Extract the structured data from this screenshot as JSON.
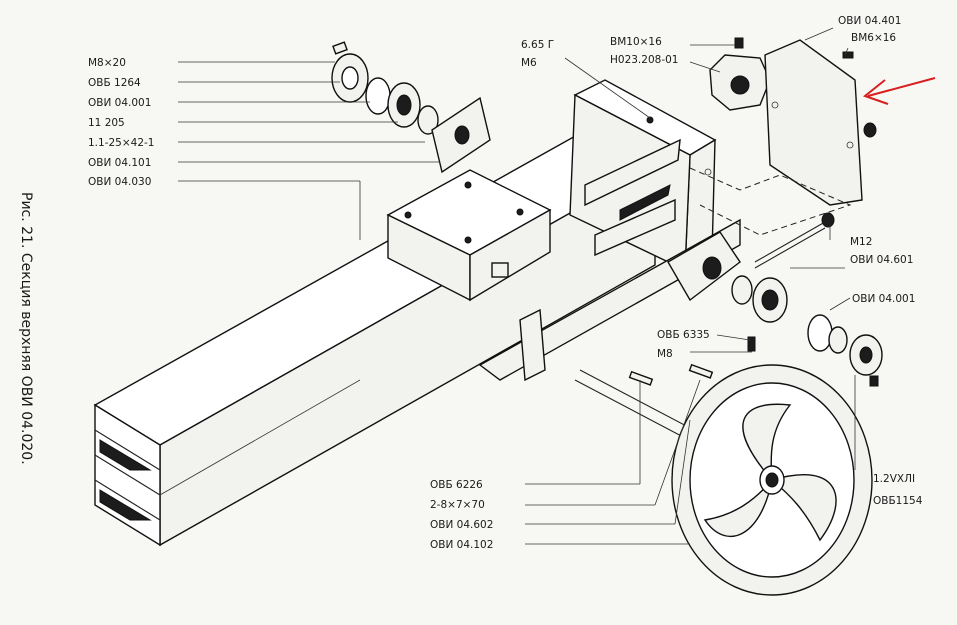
{
  "caption": "Рис. 21. Секция верхняя ОВИ 04.020.",
  "labels": {
    "m8x20": "М8×20",
    "ovb1264": "ОВБ 1264",
    "ovi04001_top": "ОВИ 04.001",
    "n11205": "11 205",
    "seal": "1.1-25×42-1",
    "ovi04101": "ОВИ 04.101",
    "ovi04030": "ОВИ 04.030",
    "g665": "6.65 Г",
    "m6": "М6",
    "bm10x16": "ВМ10×16",
    "n023": "Н023.208-01",
    "ovi04401": "ОВИ 04.401",
    "bm6x16": "ВМ6×16",
    "m12": "М12",
    "ovi04601": "ОВИ 04.601",
    "ovi04001_right": "ОВИ 04.001",
    "ovb6335": "ОВБ 6335",
    "m8": "М8",
    "ovb6226": "ОВБ 6226",
    "key": "2-8×7×70",
    "ovi04602": "ОВИ 04.602",
    "ovi04102": "ОВИ 04.102",
    "v12": "1.2VХЛI",
    "ovb1154": "ОВБ1154"
  },
  "colors": {
    "ink": "#111111",
    "paper": "#f7f7f4",
    "arrow": "#d81e1e"
  }
}
